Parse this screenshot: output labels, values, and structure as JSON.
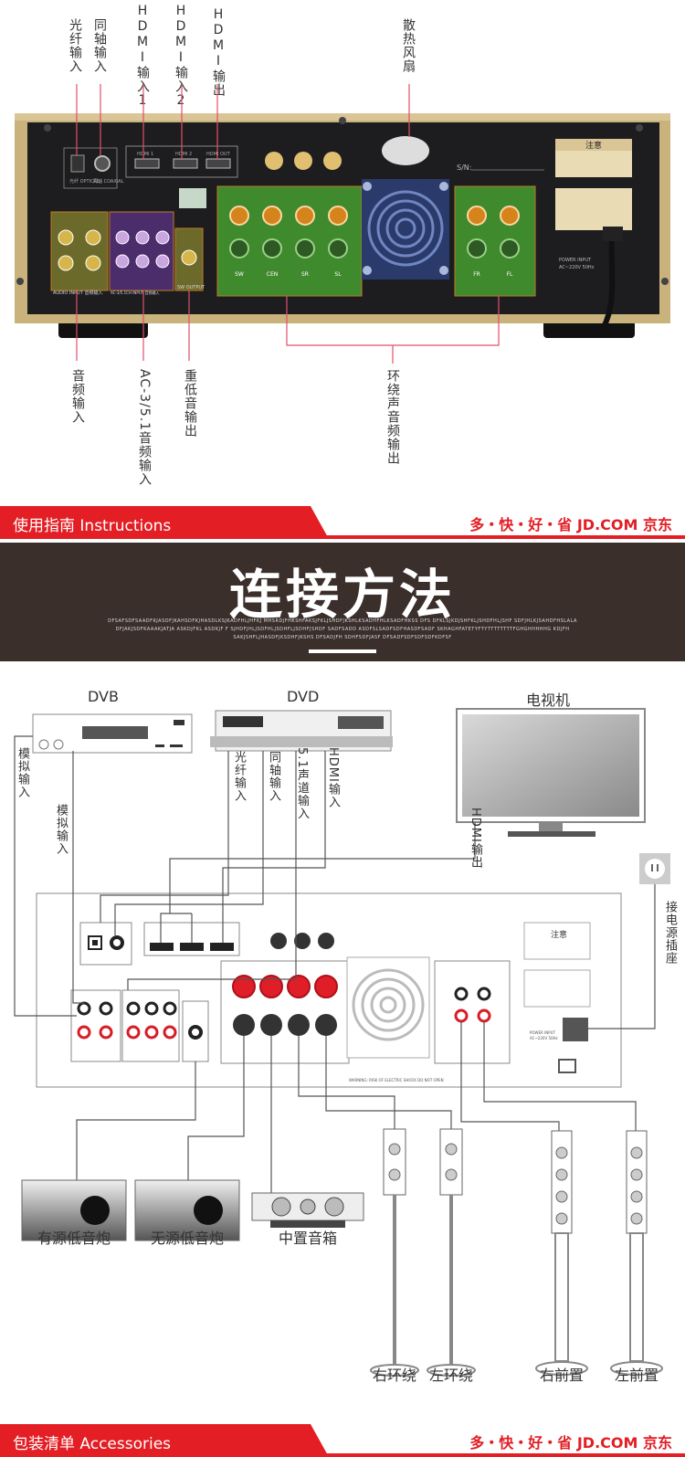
{
  "top_labels": {
    "optical": "光纤输入",
    "coaxial": "同轴输入",
    "hdmi_in1": "HDMI输入1",
    "hdmi_in2": "HDMI输入2",
    "hdmi_out": "HDMI输出",
    "fan": "散热风扇"
  },
  "bottom_labels": {
    "audio_in": "音频输入",
    "ac3": "AC-3/5.1音频输入",
    "sub_out": "重低音输出",
    "surround_out": "环绕声音频输出"
  },
  "panel": {
    "notice": "注意",
    "sn": "S/N:",
    "power_input": "POWER INPUT",
    "power_rating": "AC~220V 50Hz",
    "jack_labels": {
      "optical": "光纤 OPTICAL",
      "coaxial": "同轴 COAXIAL",
      "hdmi1": "HDMI 1",
      "hdmi2": "HDMI 2",
      "hdmi_out": "HDMI OUT",
      "audio_input": "AUDIO INPUT 音频输入",
      "ac3_input": "AC-3/5.1CH INPUT 音频输入",
      "sw_output": "SW OUTPUT",
      "sw": "SW",
      "cen": "CEN",
      "sr": "SR",
      "sl": "SL",
      "fr": "FR",
      "fl": "FL"
    }
  },
  "banner1": {
    "label": "使用指南  Instructions",
    "jd": "多・快・好・省 JD.COM 京东"
  },
  "title": {
    "main": "连接方法",
    "sub": "DFSAFSDFSAADFKJASDFJKAHSDFKJHASDLKSJKADFHLJHFKJ MHSRDJFHKSHFAKSJFKLJSHDFJKSHLKSADHFHLKSADFHKSS DFS DFKLSJKDJSHFKLJSHDFHLJSHF SDFJHLKJSAHDFHSLALA DFJAKJSDFKAAAKJATJA ASKDJFKL ASDKJF F SJHDFJHLJSDFHLJSDHFLJSDHFJSHDF SADFSADD ASDFSLSADFSDFHASDFSADF SKHAGHFATETYFTYTTTTTTTTFGHGHHHHHG KDJFH SAKJSHFLJHASDFJKSDHFJKSHS DFSADJFH SDHFSDFJASF DFSADFSDFSDFSDFKDFSF"
  },
  "diagram": {
    "dvb": "DVB",
    "dvd": "DVD",
    "tv": "电视机",
    "analog_in": "模拟输入",
    "analog_in2": "模拟输入",
    "optical_in": "光纤输入",
    "coax_in": "同轴输入",
    "ch51_in": "5.1声道输入",
    "hdmi_in": "HDMI输入",
    "hdmi_out": "HDMI输出",
    "power_socket": "接电源插座",
    "notice": "注意",
    "warning_text": "WARNING: RISK OF ELECTRIC SHOCK DO NOT OPEN",
    "power_input": "POWER INPUT",
    "power_rating": "AC~220V 50Hz"
  },
  "speakers": {
    "active_sub": "有源低音炮",
    "passive_sub": "无源低音炮",
    "center": "中置音箱",
    "right_surround": "右环绕",
    "left_surround": "左环绕",
    "right_front": "右前置",
    "left_front": "左前置"
  },
  "banner2": {
    "label": "包装清单  Accessories",
    "jd": "多・快・好・省 JD.COM 京东"
  },
  "colors": {
    "accent_red": "#e31e24",
    "title_bg": "#3b2f2c",
    "panel_gold": "#c9b27c",
    "panel_dark": "#1d1d1f",
    "jack_green": "#3f8a2c",
    "callout_line": "#e0506a"
  }
}
